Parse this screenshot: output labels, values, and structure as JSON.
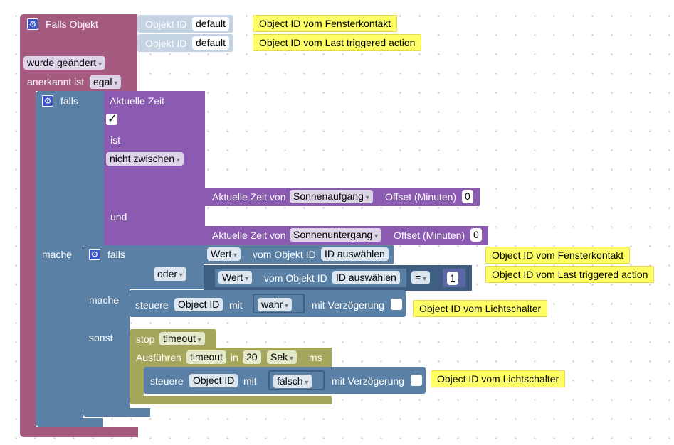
{
  "colors": {
    "event": "#a55b80",
    "logic": "#5b80a5",
    "time": "#8a5bb0",
    "timer": "#a5a55b",
    "note": "#ffff66"
  },
  "event": {
    "title": "Falls Objekt",
    "object_label": "Objekt ID",
    "object_value_1": "default",
    "object_value_2": "default",
    "mode": "wurde geändert",
    "ack_label": "anerkannt ist",
    "ack_value": "egal"
  },
  "notes": {
    "n1": "Object ID vom Fensterkontakt",
    "n2": "Object ID vom Last triggered action",
    "n3": "Object ID vom Fensterkontakt",
    "n4": "Object ID vom Last triggered action",
    "n5": "Object ID vom Lichtschalter",
    "n6": "Object ID vom Lichtschalter"
  },
  "if1": {
    "falls": "falls",
    "mache": "mache",
    "time_title": "Aktuelle Zeit",
    "check": "✓",
    "ist": "ist",
    "cmp": "nicht zwischen",
    "und": "und",
    "astro1_label": "Aktuelle Zeit von",
    "astro1_value": "Sonnenaufgang",
    "astro1_offset": "Offset (Minuten)",
    "astro1_num": "0",
    "astro2_label": "Aktuelle Zeit von",
    "astro2_value": "Sonnenuntergang",
    "astro2_offset": "Offset (Minuten)",
    "astro2_num": "0"
  },
  "if2": {
    "falls": "falls",
    "mache": "mache",
    "sonst": "sonst",
    "oder": "oder",
    "wert1": "Wert",
    "vom1": "vom Objekt ID",
    "sel1": "ID auswählen",
    "wert2": "Wert",
    "vom2": "vom Objekt ID",
    "sel2": "ID auswählen",
    "op": "=",
    "num": "1"
  },
  "control1": {
    "label": "steuere",
    "obj": "Object ID",
    "mit": "mit",
    "value": "wahr",
    "delay": "mit Verzögerung"
  },
  "stop": {
    "label": "stop",
    "value": "timeout"
  },
  "timeout": {
    "label": "Ausführen",
    "name": "timeout",
    "in": "in",
    "num": "20",
    "unit": "Sek",
    "ms": "ms"
  },
  "control2": {
    "label": "steuere",
    "obj": "Object ID",
    "mit": "mit",
    "value": "falsch",
    "delay": "mit Verzögerung"
  }
}
